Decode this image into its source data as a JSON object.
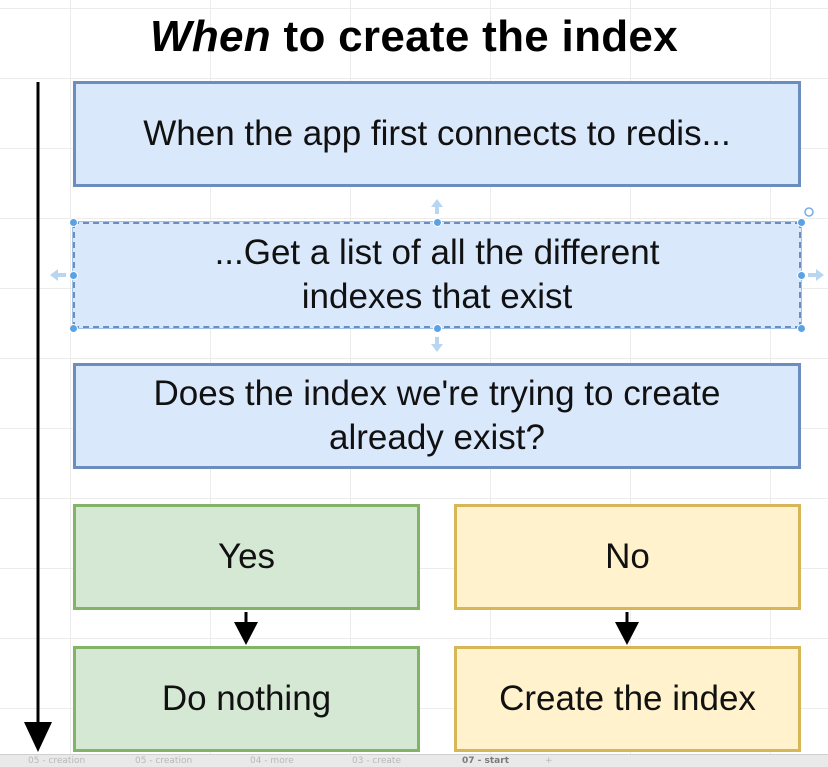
{
  "title": {
    "emphasis": "When",
    "rest": " to create the index"
  },
  "boxes": {
    "connect": "When the app first connects to redis...",
    "get_list": "...Get a list of all the different indexes that exist",
    "exists_question": "Does the index we're trying to create already exist?",
    "yes": "Yes",
    "no": "No",
    "do_nothing": "Do nothing",
    "create_index": "Create the index"
  },
  "colors": {
    "blue_fill": "#dae8fc",
    "blue_stroke": "#6c8ebf",
    "green_fill": "#d5e8d4",
    "green_stroke": "#82b366",
    "yellow_fill": "#fff2cc",
    "yellow_stroke": "#d6b656"
  },
  "page_tabs": [
    {
      "label": "05 - creation"
    },
    {
      "label": "05 - creation"
    },
    {
      "label": "04 - more"
    },
    {
      "label": "03 - create"
    },
    {
      "label": "07 - start",
      "active": true
    },
    {
      "label": "+"
    }
  ]
}
